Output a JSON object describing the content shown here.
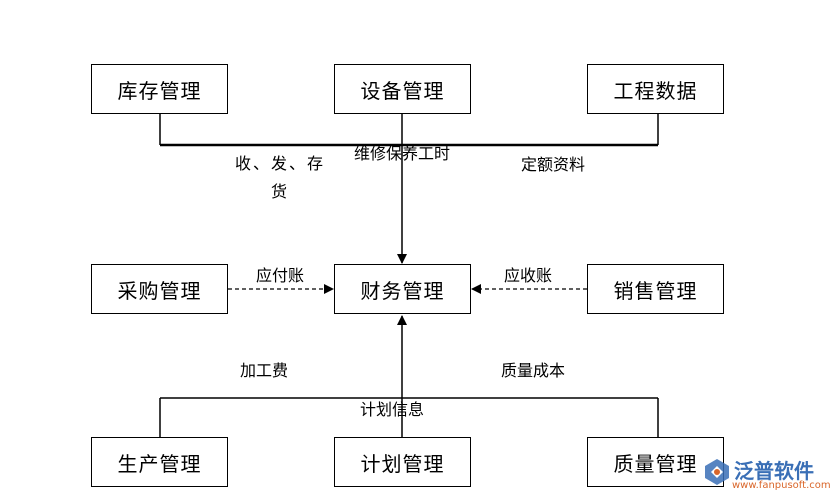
{
  "nodes": {
    "inventory": "库存管理",
    "equipment": "设备管理",
    "engineering_data": "工程数据",
    "purchasing": "采购管理",
    "finance": "财务管理",
    "sales": "销售管理",
    "production": "生产管理",
    "planning": "计划管理",
    "quality": "质量管理"
  },
  "edges": {
    "receive_send_stock": "收、发、存货",
    "maintenance_hours": "维修保养工时",
    "quota_data": "定额资料",
    "payable": "应付账",
    "receivable": "应收账",
    "processing_fee": "加工费",
    "plan_info": "计划信息",
    "quality_cost": "质量成本"
  },
  "logo": {
    "name": "泛普软件",
    "url": "www.fanpusoft.com"
  }
}
